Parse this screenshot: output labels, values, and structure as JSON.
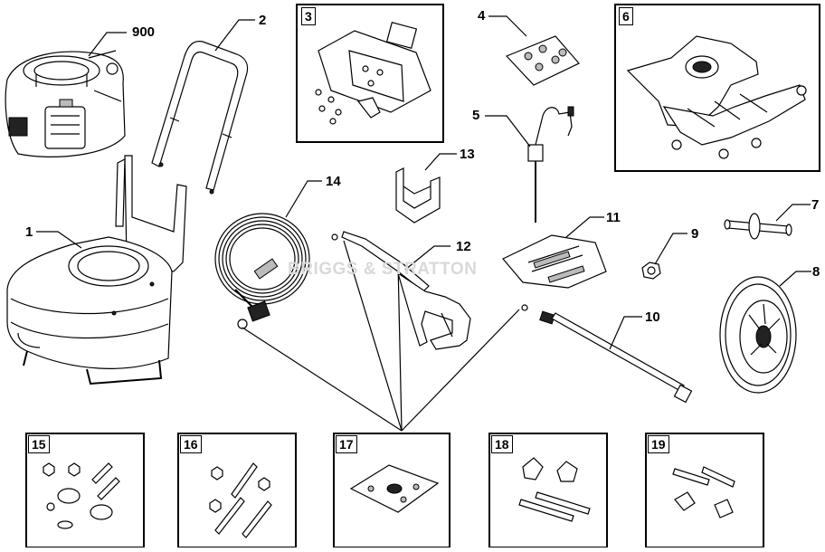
{
  "watermark": "BRIGGS & STRATTON",
  "callouts": [
    {
      "id": "c900",
      "text": "900"
    },
    {
      "id": "c2",
      "text": "2"
    },
    {
      "id": "c3",
      "text": "3"
    },
    {
      "id": "c4",
      "text": "4"
    },
    {
      "id": "c6",
      "text": "6"
    },
    {
      "id": "c5",
      "text": "5"
    },
    {
      "id": "c13",
      "text": "13"
    },
    {
      "id": "c14",
      "text": "14"
    },
    {
      "id": "c1",
      "text": "1"
    },
    {
      "id": "c11",
      "text": "11"
    },
    {
      "id": "c12",
      "text": "12"
    },
    {
      "id": "c9",
      "text": "9"
    },
    {
      "id": "c7",
      "text": "7"
    },
    {
      "id": "c8",
      "text": "8"
    },
    {
      "id": "c10",
      "text": "10"
    }
  ],
  "kits": [
    {
      "text": "15"
    },
    {
      "text": "16"
    },
    {
      "text": "17"
    },
    {
      "text": "18"
    },
    {
      "text": "19"
    }
  ]
}
